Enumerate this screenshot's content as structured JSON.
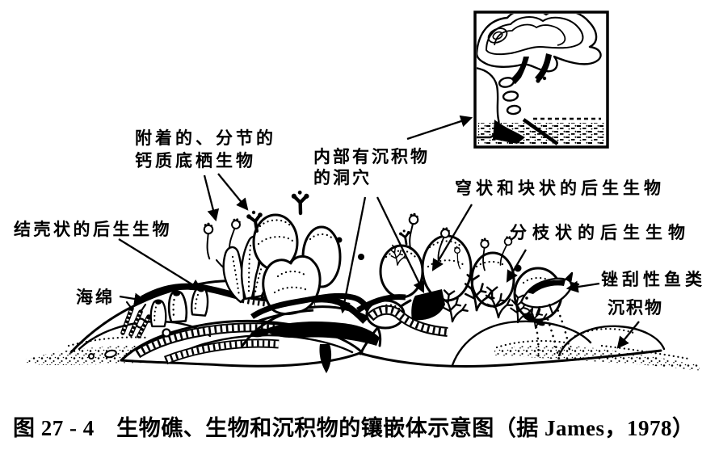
{
  "colors": {
    "ink": "#000000",
    "paper": "#ffffff"
  },
  "labels": {
    "attached_line1": "附着的、分节的",
    "attached_line2": "钙质底栖生物",
    "cavity_line1": "内部有沉积物",
    "cavity_line2": "的洞穴",
    "dome": "穹状和块状的后生生物",
    "encrusting": "结壳状的后生生物",
    "branching": "分枝状的后生生物",
    "sponge": "海绵",
    "fish": "锉刮性鱼类",
    "sediment": "沉积物"
  },
  "caption": "图 27 - 4　生物礁、生物和沉积物的镶嵌体示意图（据 James，1978）"
}
